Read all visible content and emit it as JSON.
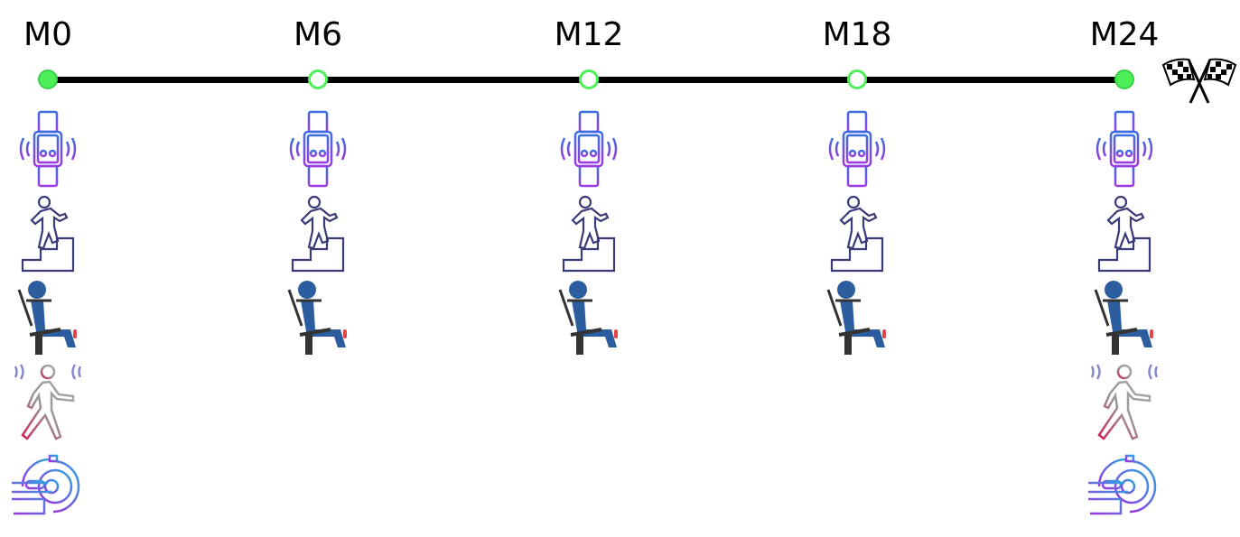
{
  "timeline": {
    "milestones": [
      {
        "label": "M0",
        "filled": true,
        "assessments": [
          "wearable-sensor",
          "stair-climb",
          "seated-leg-extension",
          "gait-analysis",
          "mri-scan"
        ]
      },
      {
        "label": "M6",
        "filled": false,
        "assessments": [
          "wearable-sensor",
          "stair-climb",
          "seated-leg-extension"
        ]
      },
      {
        "label": "M12",
        "filled": false,
        "assessments": [
          "wearable-sensor",
          "stair-climb",
          "seated-leg-extension"
        ]
      },
      {
        "label": "M18",
        "filled": false,
        "assessments": [
          "wearable-sensor",
          "stair-climb",
          "seated-leg-extension"
        ]
      },
      {
        "label": "M24",
        "filled": true,
        "assessments": [
          "wearable-sensor",
          "stair-climb",
          "seated-leg-extension",
          "gait-analysis",
          "mri-scan"
        ]
      }
    ],
    "end_icon": "checkered-flags-icon",
    "colors": {
      "node": "#4ef05a",
      "line": "#000000",
      "figure_blue": "#2c5d9e",
      "accent_red": "#e0454a"
    }
  }
}
